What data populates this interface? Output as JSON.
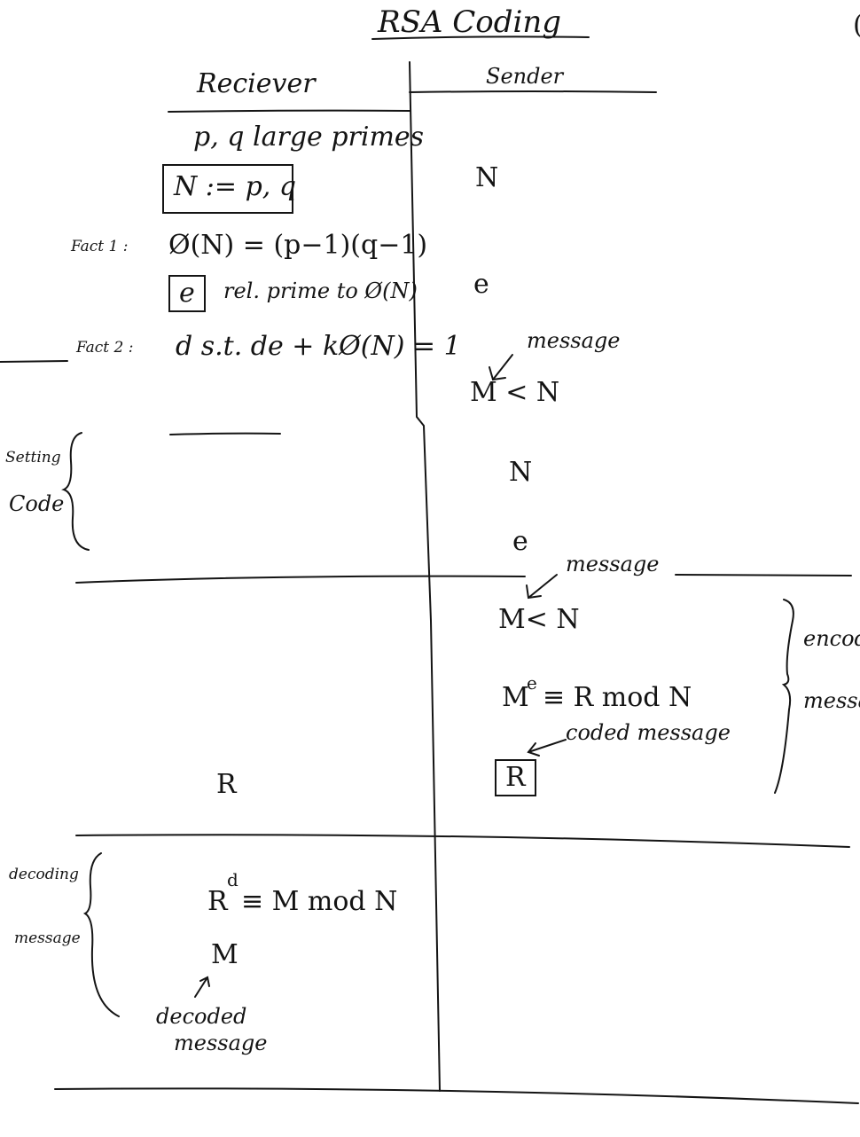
{
  "title": "RSA Coding",
  "corner_mark": "(",
  "columns": {
    "receiver": "Reciever",
    "sender": "Sender"
  },
  "receiver": {
    "primes": "p, q  large primes",
    "n_def": "N := p, q",
    "fact1_label": "Fact 1 :",
    "phi": "Ø(N) = (p−1)(q−1)",
    "e_box": "e",
    "e_desc": "rel. prime to Ø(N)",
    "fact2_label": "Fact 2 :",
    "d_def": "d  s.t.  de + kØ(N) = 1",
    "r_received": "R",
    "decode_base": "R",
    "decode_exp": "d",
    "decode_rest": "≡ M   mod N",
    "decoded_m": "M",
    "decoded_note_1": "decoded",
    "decoded_note_2": "message"
  },
  "sender": {
    "n1": "N",
    "e1": "e",
    "msg_note1": "message",
    "m_lt_n1": "M < N",
    "n2": "N",
    "e2": "e",
    "msg_note2": "message",
    "m_lt_n2": "M< N",
    "encode_base": "M",
    "encode_exp": "e",
    "encode_rest": "≡ R     mod  N",
    "coded_note": "coded message",
    "r_box": "R"
  },
  "margin_notes": {
    "setting_1": "Setting",
    "setting_2": "Code",
    "encoding_1": "encodi",
    "encoding_2": "messag",
    "decoding_1": "decoding",
    "decoding_2": "message"
  }
}
